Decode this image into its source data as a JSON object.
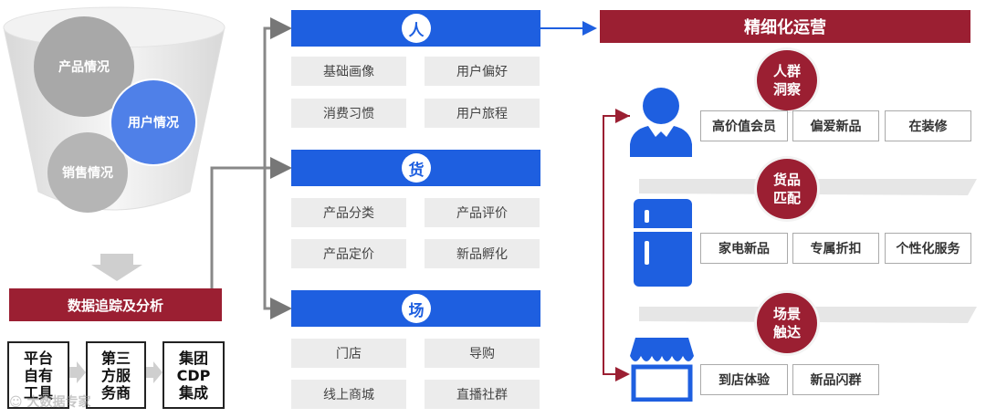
{
  "funnel": {
    "bubbles": [
      "产品情况",
      "用户情况",
      "销售情况"
    ]
  },
  "tracking": {
    "label": "数据追踪及分析",
    "sources": [
      [
        "平台",
        "自有",
        "工具"
      ],
      [
        "第三",
        "方服",
        "务商"
      ],
      [
        "集团",
        "CDP",
        "集成"
      ]
    ]
  },
  "categories": [
    {
      "icon": "人",
      "tags": [
        "基础画像",
        "用户偏好",
        "消费习惯",
        "用户旅程"
      ]
    },
    {
      "icon": "货",
      "tags": [
        "产品分类",
        "产品评价",
        "产品定价",
        "新品孵化"
      ]
    },
    {
      "icon": "场",
      "tags": [
        "门店",
        "导购",
        "线上商城",
        "直播社群"
      ]
    }
  ],
  "operations": {
    "title": "精细化运营",
    "sections": [
      {
        "circle": [
          "人群",
          "洞察"
        ],
        "icon": "user-icon",
        "items": [
          "高价值会员",
          "偏爱新品",
          "在装修"
        ]
      },
      {
        "circle": [
          "货品",
          "匹配"
        ],
        "icon": "fridge-icon",
        "items": [
          "家电新品",
          "专属折扣",
          "个性化服务"
        ]
      },
      {
        "circle": [
          "场景",
          "触达"
        ],
        "icon": "store-icon",
        "items": [
          "到店体验",
          "新品闪群"
        ]
      }
    ]
  },
  "watermark": "大数据专家",
  "colors": {
    "blue": "#1e5fe0",
    "red": "#9b1f32",
    "gray": "#ececec"
  }
}
